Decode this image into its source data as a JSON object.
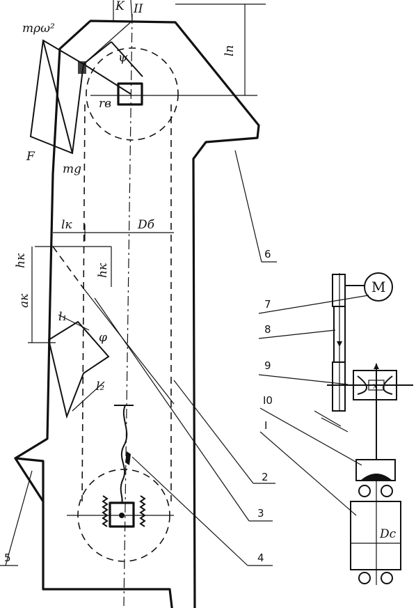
{
  "labels": {
    "k": "K",
    "ii": "II",
    "force_centrifugal": "mρω²",
    "force_F": "F",
    "force_mg": "mg",
    "angle_small": "ψ",
    "rb": "rв",
    "l_top": "lп",
    "l_k": "lк",
    "d_b": "Dб",
    "h_small": "hк",
    "h_k": "hк",
    "a_k": "aк",
    "l_1": "l₁",
    "l_2": "l₂",
    "phi": "φ",
    "motor": "M",
    "x": "x",
    "d_c": "Dс"
  },
  "callouts": {
    "n1": "I",
    "n2": "2",
    "n3": "3",
    "n4": "4",
    "n5": "5",
    "n6": "6",
    "n7": "7",
    "n8": "8",
    "n9": "9",
    "n10": "I0"
  }
}
